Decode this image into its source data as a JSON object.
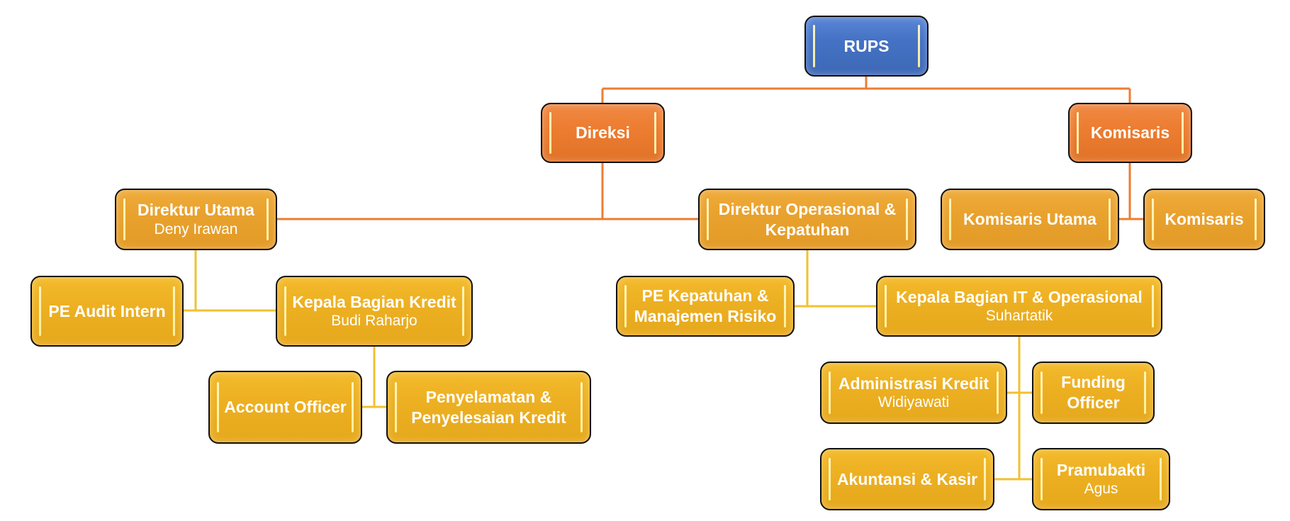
{
  "diagram": {
    "type": "organization-chart",
    "colors": {
      "top": "#4472C4",
      "level1": "#ED7D31",
      "level2": "#E9A22E",
      "level3": "#EDB022",
      "connector_upper": "#ED7D31",
      "connector_lower": "#F2C12E",
      "text": "#FFFFFF"
    },
    "nodes": {
      "rups": {
        "title": "RUPS"
      },
      "direksi": {
        "title": "Direksi"
      },
      "komisaris_group": {
        "title": "Komisaris"
      },
      "direktur_utama": {
        "title": "Direktur Utama",
        "person": "Deny Irawan"
      },
      "direktur_operasional": {
        "title_line1": "Direktur Operasional &",
        "title_line2": "Kepatuhan"
      },
      "komisaris_utama": {
        "title": "Komisaris Utama"
      },
      "komisaris": {
        "title": "Komisaris"
      },
      "pe_audit_intern": {
        "title": "PE Audit Intern"
      },
      "kepala_bagian_kredit": {
        "title": "Kepala Bagian Kredit",
        "person": "Budi Raharjo"
      },
      "account_officer": {
        "title": "Account Officer"
      },
      "penyelamatan": {
        "title_line1": "Penyelamatan &",
        "title_line2": "Penyelesaian Kredit"
      },
      "pe_kepatuhan": {
        "title_line1": "PE Kepatuhan &",
        "title_line2": "Manajemen Risiko"
      },
      "kepala_bagian_it": {
        "title": "Kepala Bagian IT & Operasional",
        "person": "Suhartatik"
      },
      "administrasi_kredit": {
        "title": "Administrasi Kredit",
        "person": "Widiyawati"
      },
      "funding_officer": {
        "title_line1": "Funding",
        "title_line2": "Officer"
      },
      "akuntansi_kasir": {
        "title": "Akuntansi & Kasir"
      },
      "pramubakti": {
        "title": "Pramubakti",
        "person": "Agus"
      }
    },
    "edges": [
      [
        "RUPS",
        "Direksi"
      ],
      [
        "RUPS",
        "Komisaris"
      ],
      [
        "Direksi",
        "Direktur Utama"
      ],
      [
        "Direksi",
        "Direktur Operasional & Kepatuhan"
      ],
      [
        "Komisaris",
        "Komisaris Utama"
      ],
      [
        "Komisaris",
        "Komisaris"
      ],
      [
        "Direktur Utama",
        "PE Audit Intern"
      ],
      [
        "Direktur Utama",
        "Kepala Bagian Kredit"
      ],
      [
        "Kepala Bagian Kredit",
        "Account Officer"
      ],
      [
        "Kepala Bagian Kredit",
        "Penyelamatan & Penyelesaian Kredit"
      ],
      [
        "Direktur Operasional & Kepatuhan",
        "PE Kepatuhan & Manajemen Risiko"
      ],
      [
        "Direktur Operasional & Kepatuhan",
        "Kepala Bagian IT & Operasional"
      ],
      [
        "Kepala Bagian IT & Operasional",
        "Administrasi Kredit"
      ],
      [
        "Kepala Bagian IT & Operasional",
        "Funding Officer"
      ],
      [
        "Kepala Bagian IT & Operasional",
        "Akuntansi & Kasir"
      ],
      [
        "Kepala Bagian IT & Operasional",
        "Pramubakti"
      ]
    ]
  }
}
